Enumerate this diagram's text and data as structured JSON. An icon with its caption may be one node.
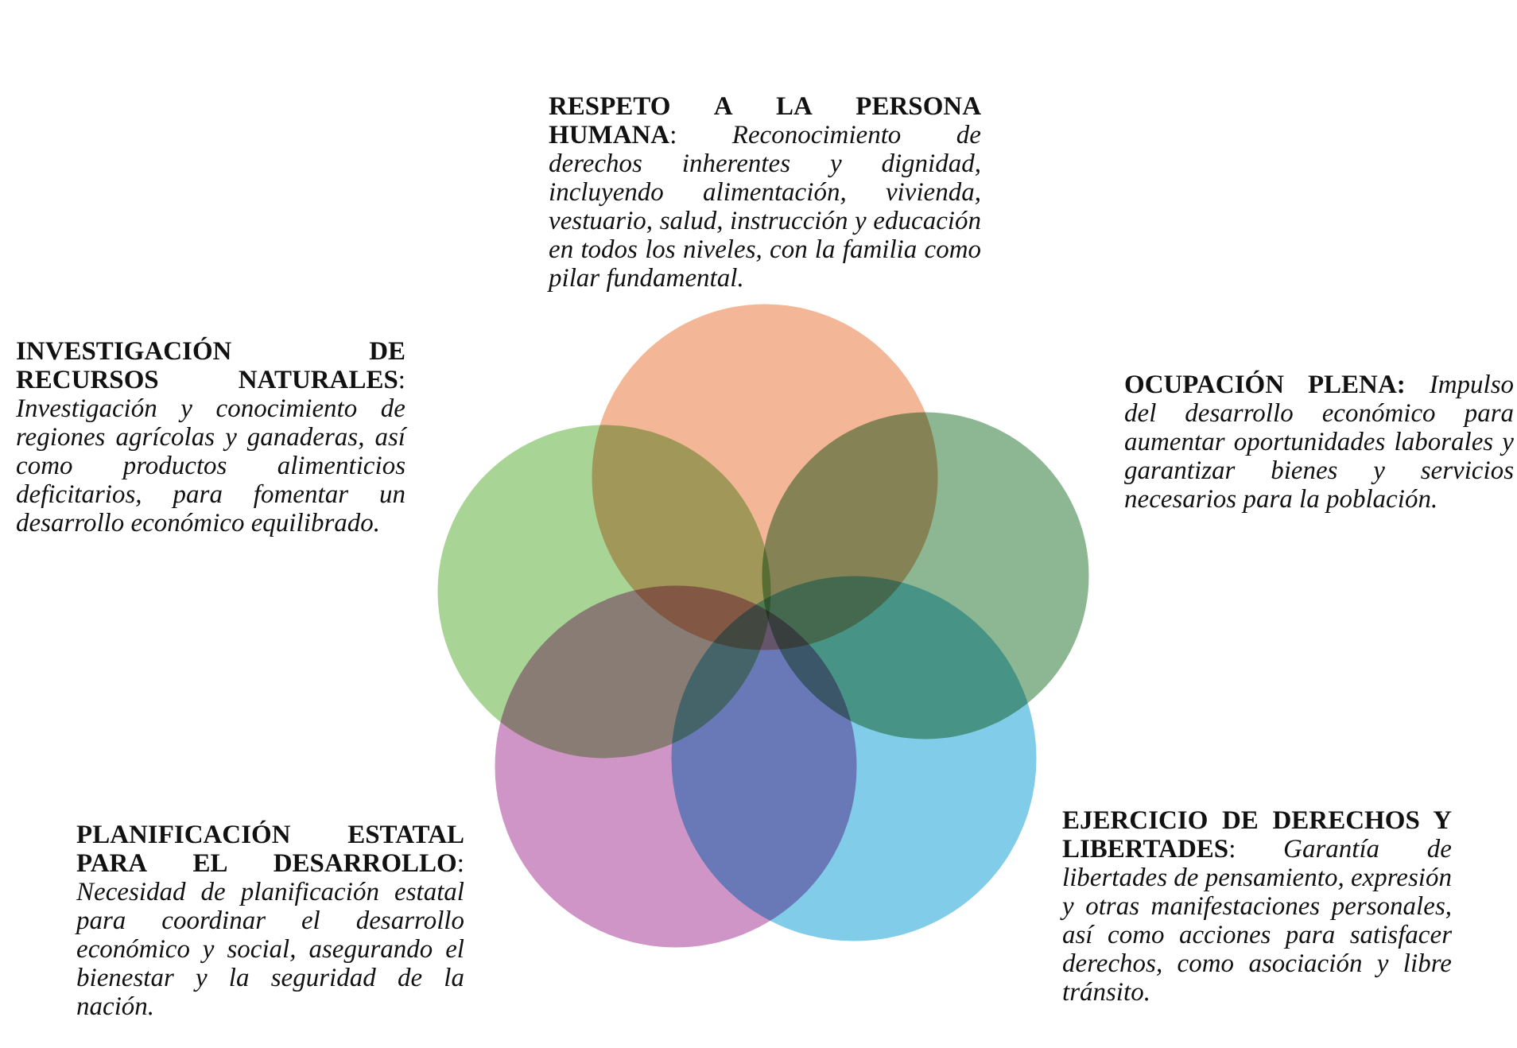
{
  "diagram": {
    "nodes": [
      {
        "text": [],
        "shape": "circle",
        "beside": [
          "**RESPETO A LA PERSONA HUMANA**: *Reconocimiento de derechos inherentes y dignidad, incluyendo alimentación, vivienda, vestuario, salud, instrucción y educación en todos los niveles, con la familia como pilar fundamental.*"
        ]
      },
      {
        "text": [],
        "shape": "circle",
        "beside": [
          "**OCUPACIÓN PLENA:** *Impulso del desarrollo económico para aumentar oportunidades laborales y garantizar bienes y servicios necesarios para la población.*"
        ]
      },
      {
        "text": [],
        "shape": "circle",
        "beside": [
          "**EJERCICIO DE DERECHOS Y LIBERTADES**: *Garantía de libertades de pensamiento, expresión y otras manifestaciones personales, así como acciones para satisfacer derechos, como asociación y libre tránsito.*"
        ]
      },
      {
        "text": [],
        "shape": "circle",
        "beside": [
          "**PLANIFICACIÓN ESTATAL PARA EL DESARROLLO**: *Necesidad de planificación estatal para coordinar el desarrollo económico y social, asegurando el bienestar y la seguridad de la nación.*"
        ]
      },
      {
        "text": [],
        "shape": "circle",
        "beside": [
          "**INVESTIGACIÓN DE RECURSOS NATURALES**: *Investigación y conocimiento de regiones agrícolas y ganaderas, así como productos alimenticios deficitarios, para fomentar un desarrollo económico equilibrado.*"
        ]
      }
    ]
  }
}
